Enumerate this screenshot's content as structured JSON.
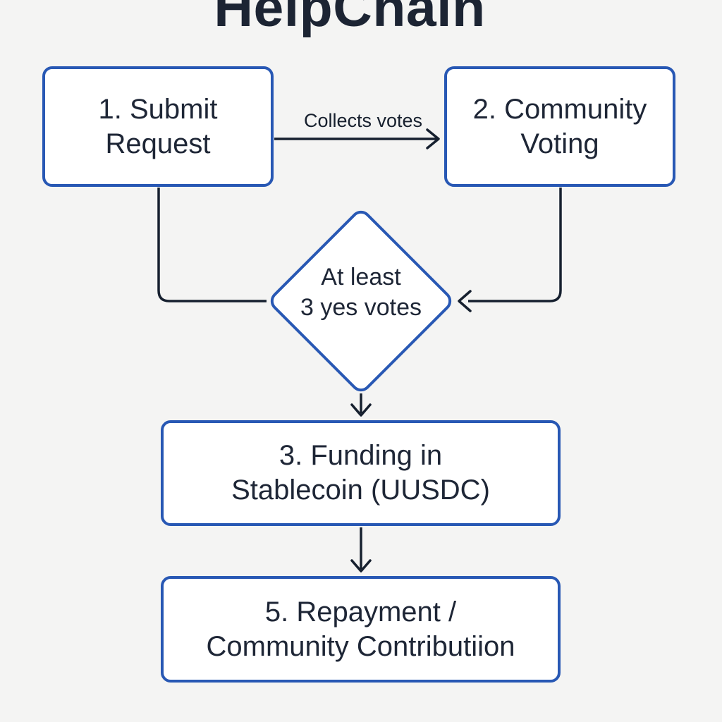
{
  "title": "HelpChain",
  "colors": {
    "background": "#f4f4f3",
    "node_fill": "#ffffff",
    "accent_border": "#2858b4",
    "text": "#1e2636",
    "connector": "#16202f"
  },
  "flowchart": {
    "nodes": [
      {
        "id": "submit-request",
        "shape": "rect",
        "lines": [
          "1. Submit",
          "Request"
        ]
      },
      {
        "id": "community-voting",
        "shape": "rect",
        "lines": [
          "2. Community",
          "Voting"
        ]
      },
      {
        "id": "vote-threshold",
        "shape": "diamond",
        "lines": [
          "At least",
          "3 yes votes"
        ]
      },
      {
        "id": "funding",
        "shape": "rect",
        "lines": [
          "3. Funding in",
          "Stablecoin (UUSDC)"
        ]
      },
      {
        "id": "repayment",
        "shape": "rect",
        "lines": [
          "5. Repayment /",
          "Community Contributiion"
        ]
      }
    ],
    "edges": [
      {
        "from": "submit-request",
        "to": "community-voting",
        "label": "Collects votes"
      },
      {
        "from": "submit-request",
        "to": "vote-threshold",
        "label": ""
      },
      {
        "from": "community-voting",
        "to": "vote-threshold",
        "label": ""
      },
      {
        "from": "vote-threshold",
        "to": "funding",
        "label": ""
      },
      {
        "from": "funding",
        "to": "repayment",
        "label": ""
      }
    ]
  }
}
